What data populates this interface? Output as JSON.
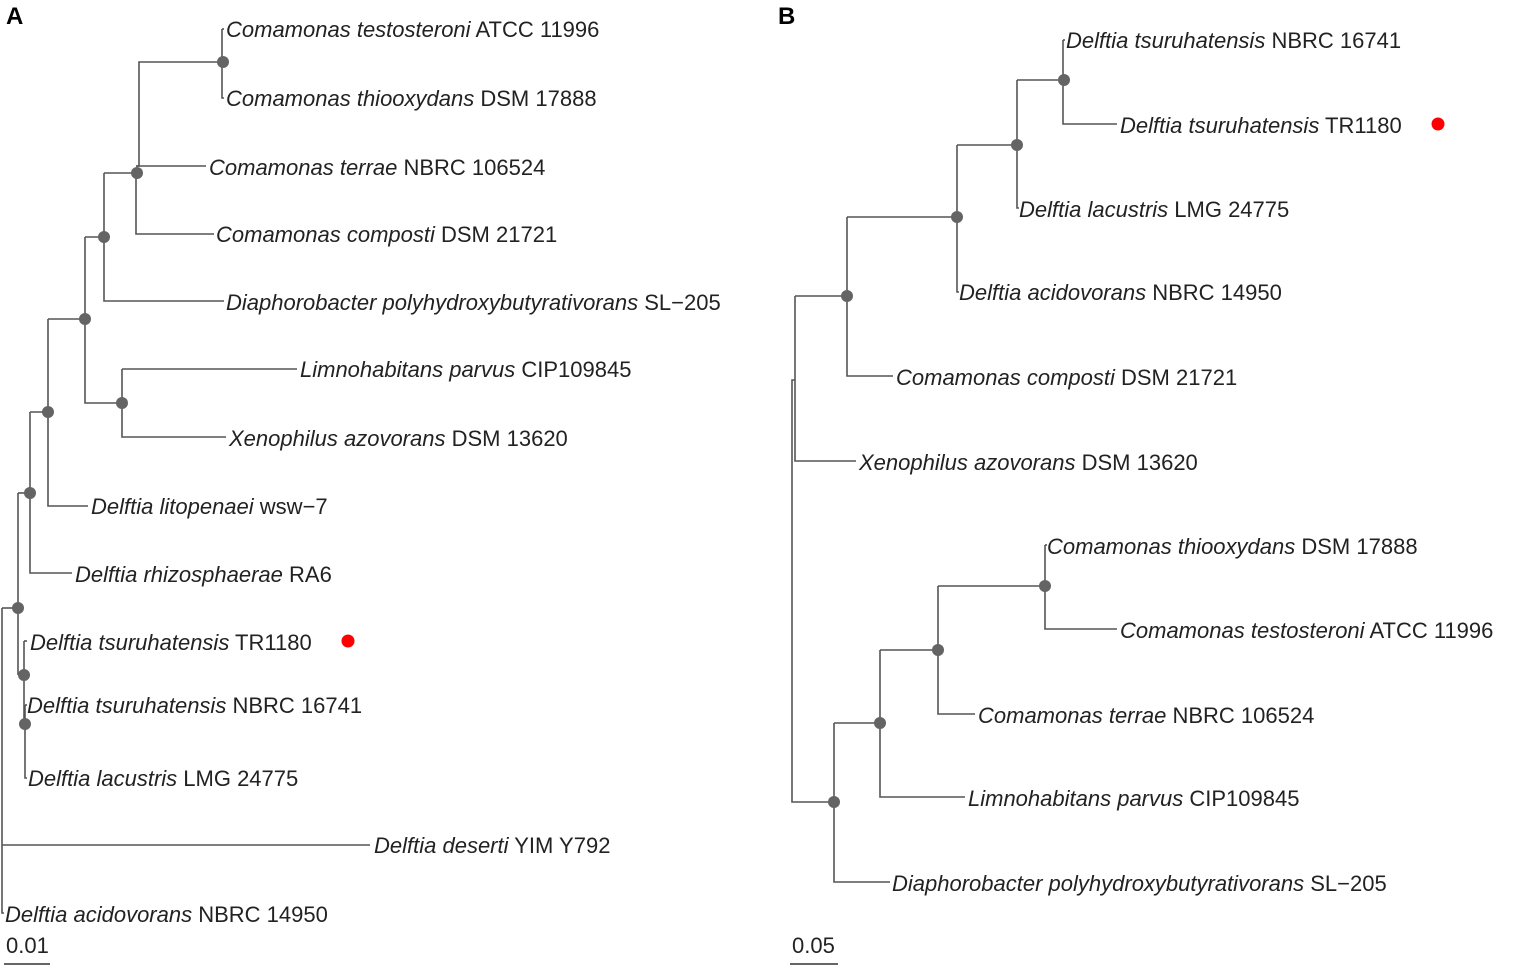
{
  "panels": [
    {
      "letter": "A",
      "scale_label": "0.01",
      "taxa": [
        {
          "italic": "Comamonas testosteroni",
          "strain": "ATCC 11996",
          "highlight": false
        },
        {
          "italic": "Comamonas thiooxydans",
          "strain": "DSM 17888",
          "highlight": false
        },
        {
          "italic": "Comamonas terrae",
          "strain": "NBRC 106524",
          "highlight": false
        },
        {
          "italic": "Comamonas composti",
          "strain": "DSM 21721",
          "highlight": false
        },
        {
          "italic": "Diaphorobacter polyhydroxybutyrativorans",
          "strain": "SL−205",
          "highlight": false
        },
        {
          "italic": "Limnohabitans parvus",
          "strain": "CIP109845",
          "highlight": false
        },
        {
          "italic": "Xenophilus azovorans",
          "strain": "DSM 13620",
          "highlight": false
        },
        {
          "italic": "Delftia litopenaei",
          "strain": "wsw−7",
          "highlight": false
        },
        {
          "italic": "Delftia rhizosphaerae",
          "strain": "RA6",
          "highlight": false
        },
        {
          "italic": "Delftia tsuruhatensis",
          "strain": "TR1180",
          "highlight": true
        },
        {
          "italic": "Delftia tsuruhatensis",
          "strain": "NBRC 16741",
          "highlight": false
        },
        {
          "italic": "Delftia lacustris",
          "strain": "LMG 24775",
          "highlight": false
        },
        {
          "italic": "Delftia deserti",
          "strain": "YIM Y792",
          "highlight": false
        },
        {
          "italic": "Delftia acidovorans",
          "strain": "NBRC 14950",
          "highlight": false
        }
      ]
    },
    {
      "letter": "B",
      "scale_label": "0.05",
      "taxa": [
        {
          "italic": "Delftia tsuruhatensis",
          "strain": "NBRC 16741",
          "highlight": false
        },
        {
          "italic": "Delftia tsuruhatensis",
          "strain": "TR1180",
          "highlight": true
        },
        {
          "italic": "Delftia lacustris",
          "strain": "LMG 24775",
          "highlight": false
        },
        {
          "italic": "Delftia acidovorans",
          "strain": "NBRC 14950",
          "highlight": false
        },
        {
          "italic": "Comamonas composti",
          "strain": "DSM 21721",
          "highlight": false
        },
        {
          "italic": "Xenophilus azovorans",
          "strain": "DSM 13620",
          "highlight": false
        },
        {
          "italic": "Comamonas thiooxydans",
          "strain": "DSM 17888",
          "highlight": false
        },
        {
          "italic": "Comamonas testosteroni",
          "strain": "ATCC 11996",
          "highlight": false
        },
        {
          "italic": "Comamonas terrae",
          "strain": "NBRC 106524",
          "highlight": false
        },
        {
          "italic": "Limnohabitans parvus",
          "strain": "CIP109845",
          "highlight": false
        },
        {
          "italic": "Diaphorobacter polyhydroxybutyrativorans",
          "strain": "SL−205",
          "highlight": false
        }
      ]
    }
  ],
  "colors": {
    "branch": "#555555",
    "node": "#646464",
    "highlight_marker": "#ff0000"
  }
}
